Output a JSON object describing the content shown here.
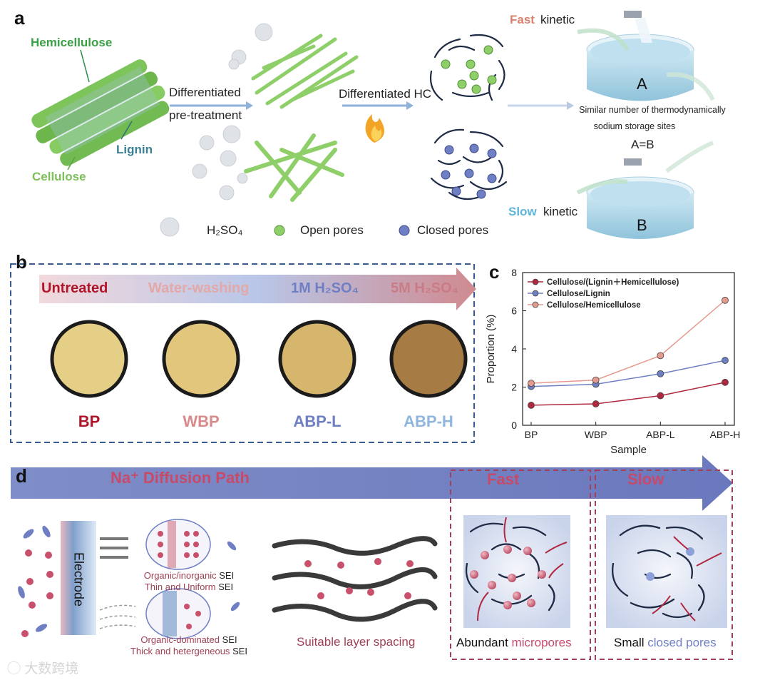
{
  "panel_a": {
    "label": "a",
    "hemicellulose": "Hemicellulose",
    "lignin": "Lignin",
    "cellulose": "Cellulose",
    "pretreat_line1": "Differentiated",
    "pretreat_line2": "pre-treatment",
    "hc": "Differentiated HC",
    "fast_word": "Fast",
    "slow_word": "Slow",
    "kinetic": "kinetic",
    "similar_line1": "Similar number of thermodynamically",
    "similar_line2": "sodium storage sites",
    "eq": "A=B",
    "tank_a": "A",
    "tank_b": "B",
    "legend_h2so4": "H₂SO₄",
    "legend_open": "Open pores",
    "legend_closed": "Closed pores",
    "colors": {
      "open": "#8fcf6a",
      "closed": "#6f7fc4",
      "fast": "#d9806f",
      "slow": "#5fb6d9"
    }
  },
  "panel_b": {
    "label": "b",
    "steps": [
      "Untreated",
      "Water-washing",
      "1M H₂SO₄",
      "5M H₂SO₄"
    ],
    "samples": [
      "BP",
      "WBP",
      "ABP-L",
      "ABP-H"
    ],
    "colors": [
      "#b0162a",
      "#d98a8a",
      "#6f7fc4",
      "#8fb6dc"
    ]
  },
  "panel_c": {
    "label": "c",
    "chart_data": {
      "type": "line",
      "categories": [
        "BP",
        "WBP",
        "ABP-L",
        "ABP-H"
      ],
      "xlabel": "Sample",
      "ylabel": "Proportion (%)",
      "ylim": [
        0,
        8
      ],
      "yticks": [
        "0",
        "2",
        "4",
        "6",
        "8"
      ],
      "legend": "top-left",
      "series": [
        {
          "name": "Cellulose/(Lignin＋Hemicellulose)",
          "values": [
            1.05,
            1.12,
            1.55,
            2.25
          ],
          "color": "#b0283f"
        },
        {
          "name": "Cellulose/Lignin",
          "values": [
            2.03,
            2.15,
            2.7,
            3.4
          ],
          "color": "#6f7fc4"
        },
        {
          "name": "Cellulose/Hemicellulose",
          "values": [
            2.2,
            2.37,
            3.65,
            6.55
          ],
          "color": "#e59a8e"
        }
      ]
    }
  },
  "panel_d": {
    "label": "d",
    "path_title": "Na⁺ Diffusion Path",
    "fast": "Fast",
    "slow": "Slow",
    "electrode": "Electrode",
    "sei1_line1_a": "Organic/inorganic",
    "sei1_line1_b": "SEI",
    "sei1_line2_a": "Thin and Uniform",
    "sei1_line2_b": "SEI",
    "sei2_line1_a": "Organic-dominated",
    "sei2_line1_b": "SEI",
    "sei2_line2_a": "Thick and hetergeneous",
    "sei2_line2_b": "SEI",
    "layer_spacing": "Suitable layer spacing",
    "abundant": "Abundant",
    "micropores": "micropores",
    "small": "Small",
    "closed_pores": "closed pores"
  },
  "watermark": "大数跨境"
}
